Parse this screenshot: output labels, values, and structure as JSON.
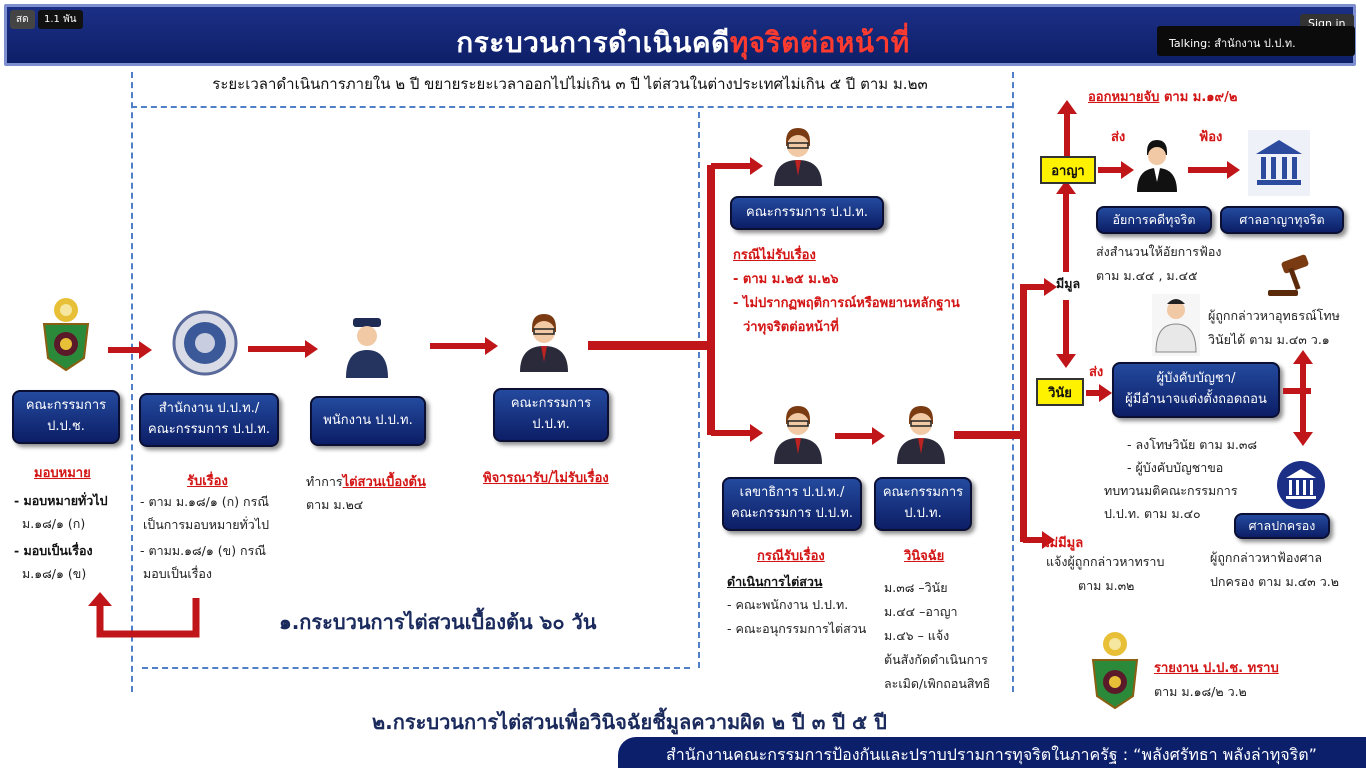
{
  "overlay": {
    "live": "สด",
    "views": "1.1 พัน",
    "signin": "Sign in",
    "talking": "Talking: สำนักงาน ป.ป.ท."
  },
  "header": {
    "title_part1": "กระบวนการดำเนินคดี",
    "title_part2": "ทุจริตต่อหน้าที่"
  },
  "subtitle": "ระยะเวลาดำเนินการภายใน ๒ ปี ขยายระยะเวลาออกไปไม่เกิน ๓ ปี ไต่สวนในต่างประเทศไม่เกิน ๕ ปี ตาม ม.๒๓",
  "stage1": {
    "committee_ppc": "คณะกรรมการ ป.ป.ช.",
    "assign_title": "มอบหมาย",
    "assign_1": "- มอบหมายทั่วไป",
    "assign_1_ref": "ม.๑๘/๑ (ก)",
    "assign_2": "- มอบเป็นเรื่อง",
    "assign_2_ref": "ม.๑๘/๑ (ข)",
    "office_box_1": "สำนักงาน ป.ป.ท./",
    "office_box_2": "คณะกรรมการ ป.ป.ท.",
    "receive_title": "รับเรื่อง",
    "receive_1": "- ตาม ม.๑๘/๑ (ก) กรณี",
    "receive_2": "เป็นการมอบหมายทั่วไป",
    "receive_3": "- ตามม.๑๘/๑ (ข) กรณี",
    "receive_4": "มอบเป็นเรื่อง",
    "officer_box": "พนักงาน ป.ป.ท.",
    "officer_text_1": "ทำการ",
    "officer_text_2": "ไต่สวนเบื้องต้น",
    "officer_text_3": "ตาม ม.๒๔",
    "committee_box": "คณะกรรมการ ป.ป.ท.",
    "consider": "พิจารณารับ/ไม่รับเรื่อง",
    "stage_label": "๑.กระบวนการไต่สวนเบื้องต้น ๖๐ วัน"
  },
  "stage2": {
    "committee_top": "คณะกรรมการ ป.ป.ท.",
    "reject_title": "กรณีไม่รับเรื่อง",
    "reject_1": "- ตาม ม.๒๕ ม.๒๖",
    "reject_2": "- ไม่ปรากฏพฤติการณ์หรือพยานหลักฐาน",
    "reject_3": "ว่าทุจริตต่อหน้าที่",
    "secretary_box_1": "เลขาธิการ ป.ป.ท./",
    "secretary_box_2": "คณะกรรมการ ป.ป.ท.",
    "accept_title": "กรณีรับเรื่อง",
    "accept_sub": "ดำเนินการไต่สวน",
    "accept_1": "- คณะพนักงาน ป.ป.ท.",
    "accept_2": "- คณะอนุกรรมการไต่สวน",
    "committee_decide": "คณะกรรมการ ป.ป.ท.",
    "decide_title": "วินิจฉัย",
    "decide_1": "ม.๓๘ –วินัย",
    "decide_2": "ม.๔๔ –อาญา",
    "decide_3": "ม.๔๖ – แจ้ง",
    "decide_4": "ต้นสังกัดดำเนินการ",
    "decide_5": "ละเมิด/เพิกถอนสิทธิ",
    "stage_label": "๒.กระบวนการไต่สวนเพื่อวินิจฉัยชี้มูลความผิด ๒ ปี ๓ ปี ๕ ปี"
  },
  "outcome": {
    "warrant": "ออกหมายจับ",
    "warrant_ref": "ตาม ม.๑๙/๒",
    "send": "ส่ง",
    "sue": "ฟ้อง",
    "criminal": "อาญา",
    "prosecutor": "อัยการคดีทุจริต",
    "court": "ศาลอาญาทุจริต",
    "prosecutor_text_1": "ส่งสำนวนให้อัยการฟ้อง",
    "prosecutor_text_2": "ตาม ม.๔๔ , ม.๔๕",
    "has_basis": "มีมูล",
    "accused_appeal_1": "ผู้ถูกกล่าวหาอุทธรณ์โทษ",
    "accused_appeal_2": "วินัยได้ ตาม ม.๔๓ ว.๑",
    "send2": "ส่ง",
    "discipline": "วินัย",
    "commander_1": "ผู้บังคับบัญชา/",
    "commander_2": "ผู้มีอำนาจแต่งตั้งถอดถอน",
    "penalty_1": "- ลงโทษวินัย ตาม ม.๓๘",
    "penalty_2": "- ผู้บังคับบัญชาขอ",
    "penalty_3": "ทบทวนมติคณะกรรมการ",
    "penalty_4": "ป.ป.ท. ตาม ม.๔๐",
    "admin_court": "ศาลปกครอง",
    "admin_text_1": "ผู้ถูกกล่าวหาฟ้องศาล",
    "admin_text_2": "ปกครอง ตาม ม.๔๓ ว.๒",
    "no_basis": "ไม่มีมูล",
    "no_basis_text_1": "แจ้งผู้ถูกกล่าวหาทราบ",
    "no_basis_text_2": "ตาม ม.๓๒",
    "report": "รายงาน ป.ป.ช. ทราบ",
    "report_ref": "ตาม ม.๑๘/๒ ว.๒"
  },
  "footer": "สำนักงานคณะกรรมการป้องกันและปราบปรามการทุจริตในภาครัฐ : “พลังศรัทธา พลังล่าทุจริต”",
  "colors": {
    "navy": "#0c1e66",
    "red": "#c0161a",
    "yellow": "#fff200"
  },
  "icons": [
    "ppc-emblem-icon",
    "pact-seal-icon",
    "officer-person-icon",
    "committee-person-icon",
    "prosecutor-person-icon",
    "court-building-icon",
    "gavel-icon",
    "commander-person-icon"
  ]
}
